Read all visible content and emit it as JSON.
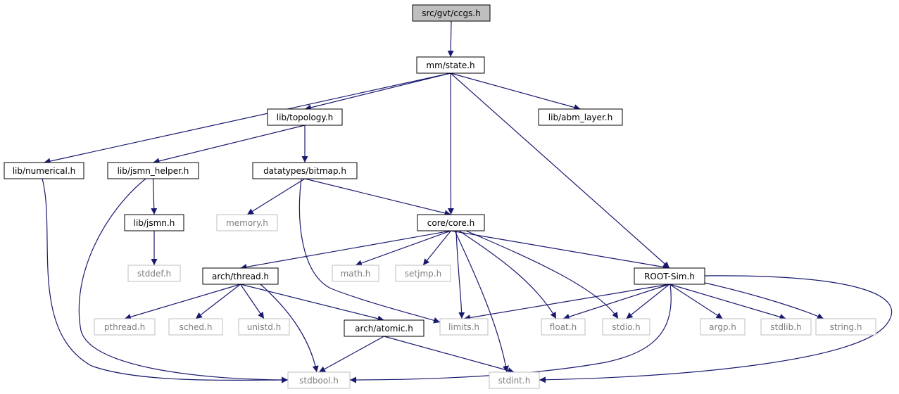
{
  "colors": {
    "edge": "#191970",
    "node_border": "#000000",
    "system_border": "#bfbfbf",
    "system_text": "#7f7f7f",
    "root_fill": "#bfbfbf"
  },
  "nodes": [
    {
      "id": "ccgs",
      "label": "src/gvt/ccgs.h",
      "kind": "root"
    },
    {
      "id": "state",
      "label": "mm/state.h",
      "kind": "local"
    },
    {
      "id": "topology",
      "label": "lib/topology.h",
      "kind": "local"
    },
    {
      "id": "abm",
      "label": "lib/abm_layer.h",
      "kind": "local"
    },
    {
      "id": "numerical",
      "label": "lib/numerical.h",
      "kind": "local"
    },
    {
      "id": "jsmnhelper",
      "label": "lib/jsmn_helper.h",
      "kind": "local"
    },
    {
      "id": "bitmap",
      "label": "datatypes/bitmap.h",
      "kind": "local"
    },
    {
      "id": "jsmn",
      "label": "lib/jsmn.h",
      "kind": "local"
    },
    {
      "id": "memory",
      "label": "memory.h",
      "kind": "system"
    },
    {
      "id": "core",
      "label": "core/core.h",
      "kind": "local"
    },
    {
      "id": "stddef",
      "label": "stddef.h",
      "kind": "system"
    },
    {
      "id": "thread",
      "label": "arch/thread.h",
      "kind": "local"
    },
    {
      "id": "math",
      "label": "math.h",
      "kind": "system"
    },
    {
      "id": "setjmp",
      "label": "setjmp.h",
      "kind": "system"
    },
    {
      "id": "rootsim",
      "label": "ROOT-Sim.h",
      "kind": "local"
    },
    {
      "id": "pthread",
      "label": "pthread.h",
      "kind": "system"
    },
    {
      "id": "sched",
      "label": "sched.h",
      "kind": "system"
    },
    {
      "id": "unistd",
      "label": "unistd.h",
      "kind": "system"
    },
    {
      "id": "atomic",
      "label": "arch/atomic.h",
      "kind": "local"
    },
    {
      "id": "limits",
      "label": "limits.h",
      "kind": "system"
    },
    {
      "id": "float",
      "label": "float.h",
      "kind": "system"
    },
    {
      "id": "stdio",
      "label": "stdio.h",
      "kind": "system"
    },
    {
      "id": "argp",
      "label": "argp.h",
      "kind": "system"
    },
    {
      "id": "stdlib",
      "label": "stdlib.h",
      "kind": "system"
    },
    {
      "id": "string",
      "label": "string.h",
      "kind": "system"
    },
    {
      "id": "stdbool",
      "label": "stdbool.h",
      "kind": "system"
    },
    {
      "id": "stdint",
      "label": "stdint.h",
      "kind": "system"
    }
  ],
  "edges": [
    [
      "ccgs",
      "state"
    ],
    [
      "state",
      "topology"
    ],
    [
      "state",
      "abm"
    ],
    [
      "state",
      "numerical"
    ],
    [
      "state",
      "core"
    ],
    [
      "state",
      "rootsim"
    ],
    [
      "topology",
      "jsmnhelper"
    ],
    [
      "topology",
      "bitmap"
    ],
    [
      "numerical",
      "stdbool"
    ],
    [
      "jsmnhelper",
      "jsmn"
    ],
    [
      "jsmnhelper",
      "stdbool"
    ],
    [
      "jsmn",
      "stddef"
    ],
    [
      "bitmap",
      "memory"
    ],
    [
      "bitmap",
      "core"
    ],
    [
      "bitmap",
      "limits"
    ],
    [
      "core",
      "thread"
    ],
    [
      "core",
      "math"
    ],
    [
      "core",
      "setjmp"
    ],
    [
      "core",
      "rootsim"
    ],
    [
      "core",
      "limits"
    ],
    [
      "core",
      "float"
    ],
    [
      "core",
      "stdio"
    ],
    [
      "core",
      "stdint"
    ],
    [
      "thread",
      "pthread"
    ],
    [
      "thread",
      "sched"
    ],
    [
      "thread",
      "unistd"
    ],
    [
      "thread",
      "atomic"
    ],
    [
      "thread",
      "stdbool"
    ],
    [
      "atomic",
      "stdbool"
    ],
    [
      "atomic",
      "stdint"
    ],
    [
      "rootsim",
      "limits"
    ],
    [
      "rootsim",
      "float"
    ],
    [
      "rootsim",
      "stdio"
    ],
    [
      "rootsim",
      "argp"
    ],
    [
      "rootsim",
      "stdlib"
    ],
    [
      "rootsim",
      "string"
    ],
    [
      "rootsim",
      "stdbool"
    ],
    [
      "rootsim",
      "stdint"
    ]
  ]
}
